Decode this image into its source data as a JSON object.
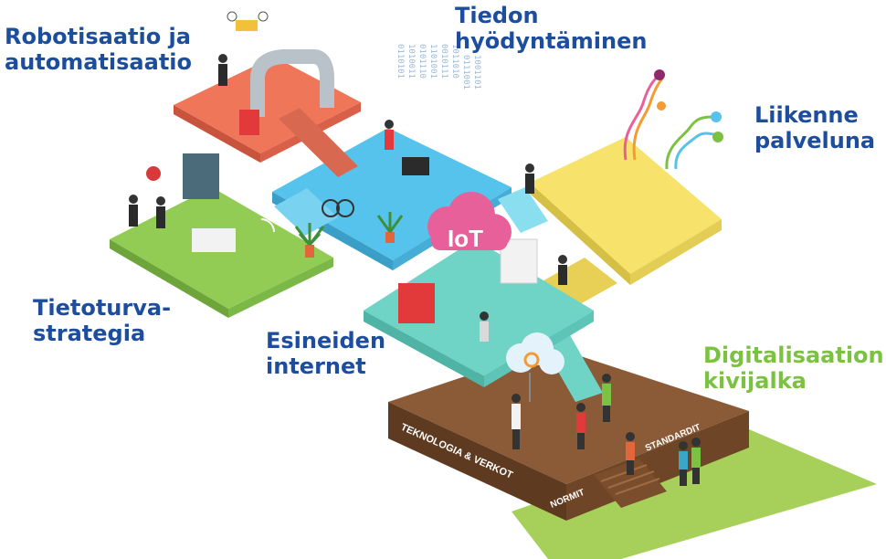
{
  "labels": {
    "robotisaatio": [
      "Robotisaatio ja",
      "automatisaatio"
    ],
    "tiedon": [
      "Tiedon",
      "hyödyntäminen"
    ],
    "liikenne": [
      "Liikenne",
      "palveluna"
    ],
    "tietoturva": [
      "Tietoturva-",
      "strategia"
    ],
    "esineiden": [
      "Esineiden",
      "internet"
    ],
    "digitalisaatio": [
      "Digitalisaation",
      "kivijalka"
    ]
  },
  "base_texts": {
    "left_edge": "TEKNOLOGIA & VERKOT",
    "right_edge_1": "NORMIT",
    "right_edge_2": "STANDARDIT"
  },
  "cloud_text": "IoT",
  "binary": [
    "0110101",
    "1010011",
    "0101110",
    "1101001",
    "0010111",
    "1011010",
    "0111001",
    "1001101"
  ],
  "colors": {
    "label_blue": "#1d4e9e",
    "label_green": "#7cc242",
    "robot_floor": "#f0765a",
    "info_floor": "#55c3ec",
    "mobility_floor": "#f7e26b",
    "security_floor": "#92cc55",
    "iot_floor": "#6fd3c6",
    "foundation_top": "#8b5a36",
    "foundation_side": "#5e3a20",
    "grass": "#a6d05a",
    "iot_cloud": "#e8609a"
  }
}
